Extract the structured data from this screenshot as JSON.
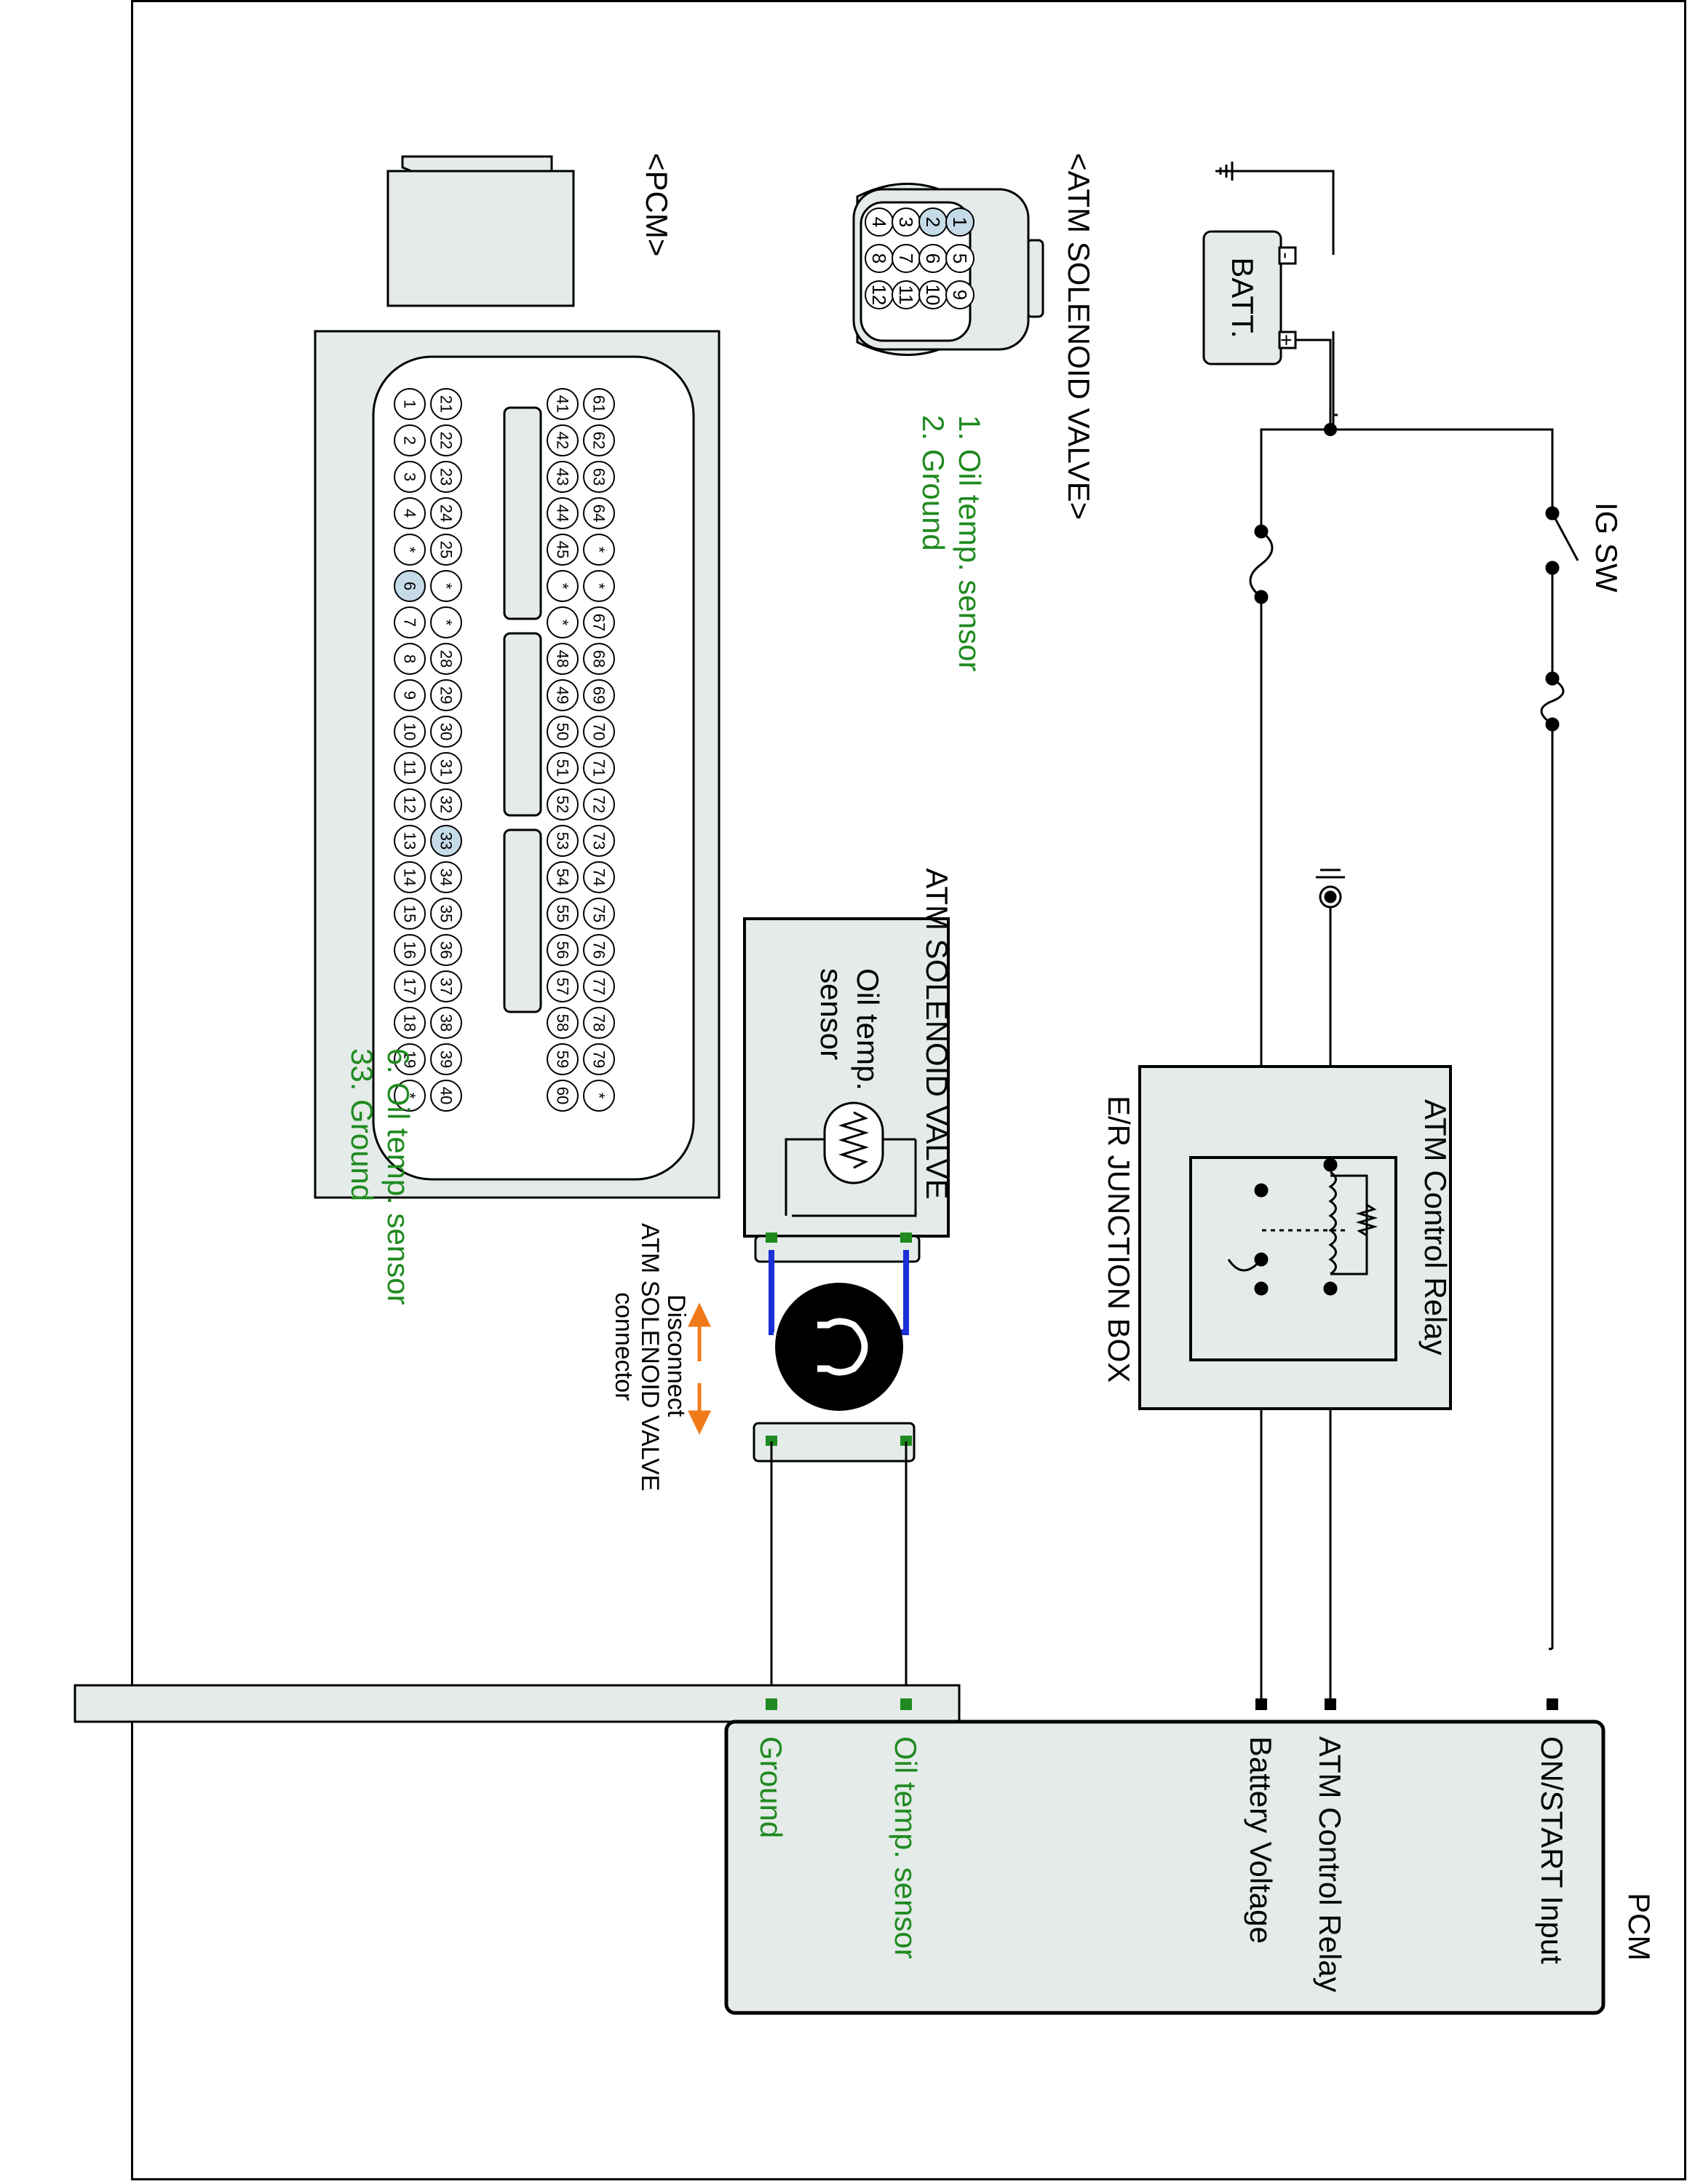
{
  "colors": {
    "accent_green": "#1f8a1f",
    "highlight_pin": "#c6dbe8",
    "wire_blue": "#1a2fd6",
    "arrow_orange": "#f07a1a",
    "pcm_fill": "#e4ebe8"
  },
  "icons": [
    "ground-icon",
    "battery-icon",
    "fuse-icon",
    "switch-icon",
    "relay-coil-icon",
    "resistor-icon",
    "ohmmeter-icon",
    "double-arrow-icon"
  ],
  "labels": {
    "batt": "BATT.",
    "batt_minus": "-",
    "batt_plus": "+",
    "ig_sw": "IG SW",
    "relay": "ATM Control Relay",
    "junction_box": "E/R JUNCTION BOX",
    "pcm_box": "PCM",
    "valve_box": "ATM SOLENOID VALVE",
    "sensor": [
      "Oil temp.",
      "sensor"
    ],
    "disconnect": [
      "Disconnect",
      "ATM SOLENOID VALVE",
      "connector"
    ],
    "pcm_pins": [
      "ON/START Input",
      "ATM Control Relay",
      "Battery Voltage",
      "Oil temp. sensor",
      "Ground"
    ],
    "connector_title": "<ATM SOLENOID VALVE>",
    "connector_notes": [
      "1. Oil temp. sensor",
      "2. Ground"
    ],
    "pcm_title": "<PCM>",
    "pcm_notes": [
      "6. Oil temp. sensor",
      "33. Ground"
    ]
  },
  "valve_connector": {
    "rows": [
      [
        "4",
        "3",
        "2",
        "1"
      ],
      [
        "8",
        "7",
        "6",
        "5"
      ],
      [
        "12",
        "11",
        "10",
        "9"
      ]
    ],
    "highlight": [
      "1",
      "2"
    ]
  },
  "pcm_connector": {
    "rows": [
      [
        "1",
        "2",
        "3",
        "4",
        "*",
        "6",
        "7",
        "8",
        "9",
        "10",
        "11",
        "12",
        "13",
        "14",
        "15",
        "16",
        "17",
        "18",
        "19",
        "*"
      ],
      [
        "21",
        "22",
        "23",
        "24",
        "25",
        "*",
        "*",
        "28",
        "29",
        "30",
        "31",
        "32",
        "33",
        "34",
        "35",
        "36",
        "37",
        "38",
        "39",
        "40"
      ],
      [
        "41",
        "42",
        "43",
        "44",
        "45",
        "*",
        "*",
        "48",
        "49",
        "50",
        "51",
        "52",
        "53",
        "54",
        "55",
        "56",
        "57",
        "58",
        "59",
        "60"
      ],
      [
        "61",
        "62",
        "63",
        "64",
        "*",
        "*",
        "67",
        "68",
        "69",
        "70",
        "71",
        "72",
        "73",
        "74",
        "75",
        "76",
        "77",
        "78",
        "79",
        "*"
      ]
    ],
    "highlight": [
      "6",
      "33"
    ]
  }
}
